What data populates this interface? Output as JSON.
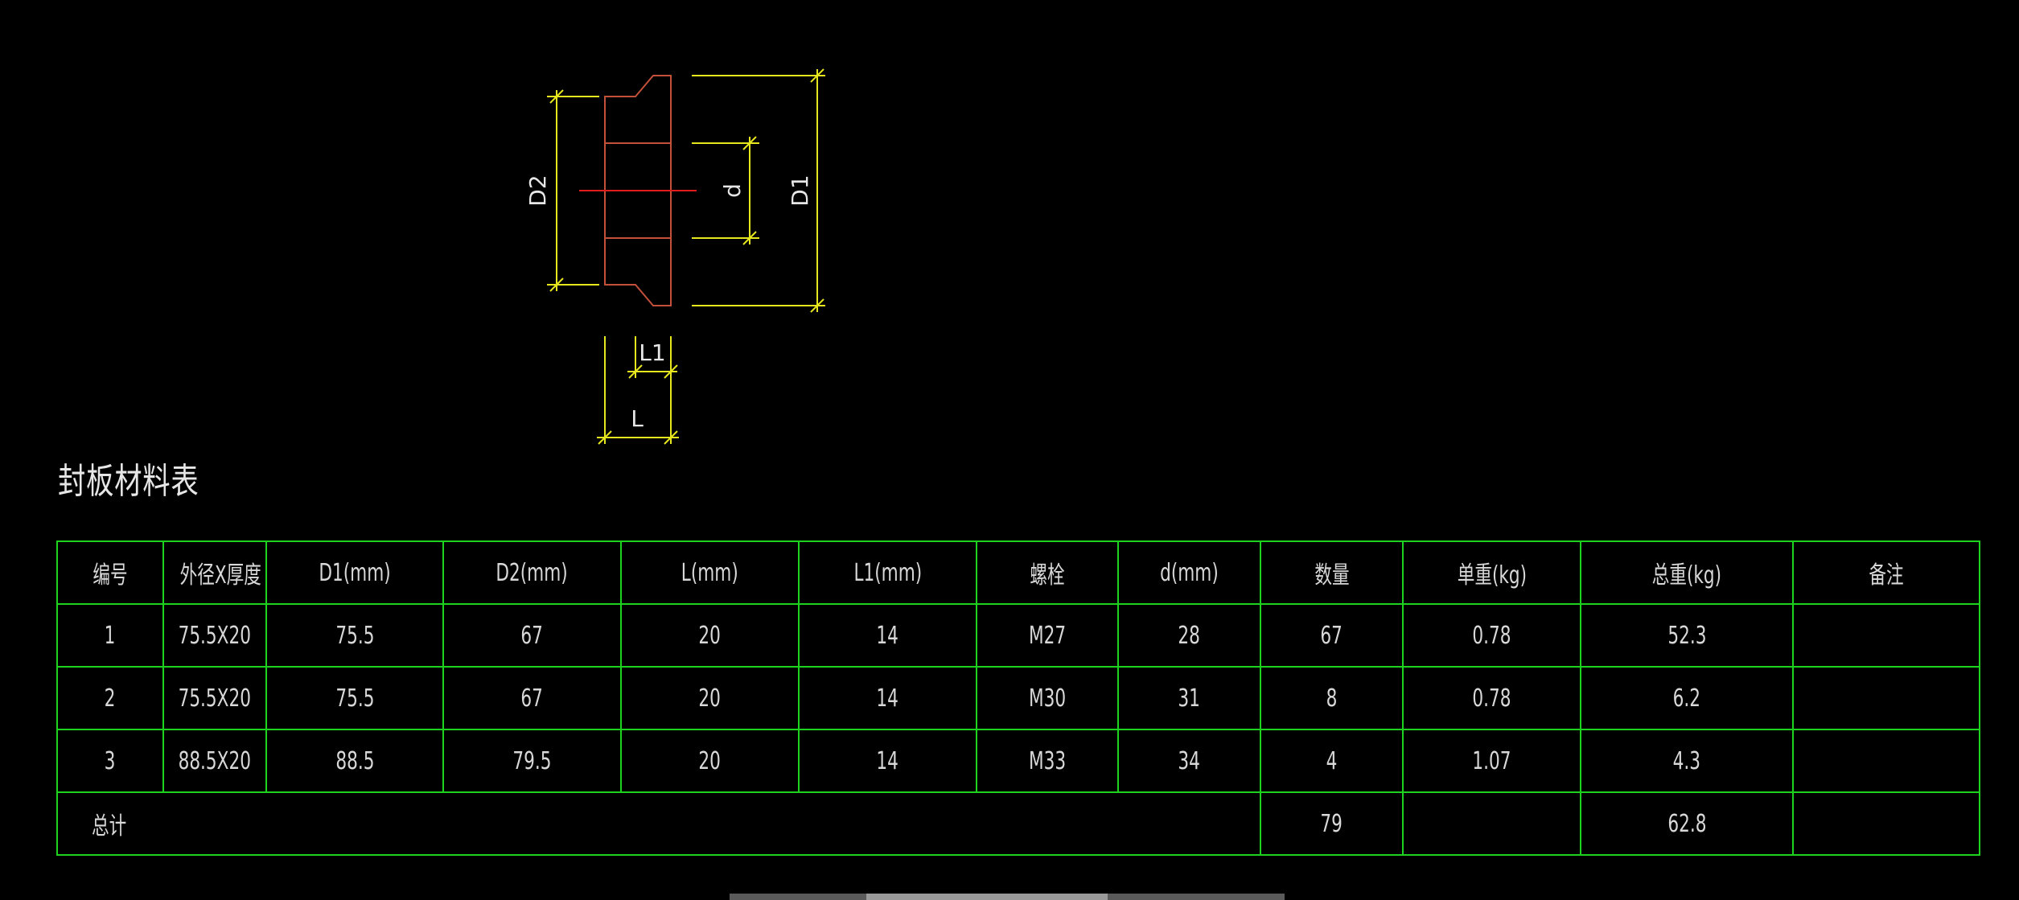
{
  "drawing": {
    "dimensions": {
      "D2": "D2",
      "d": "d",
      "D1": "D1",
      "L1": "L1",
      "L": "L"
    },
    "colors": {
      "background": "#000000",
      "part_outline": "#c2503a",
      "center_line": "#e01c1c",
      "dimension": "#e6e61e",
      "table_border": "#1fd21f",
      "text": "#d8d8d8"
    }
  },
  "table": {
    "title": "封板材料表",
    "headers": [
      "编号",
      "外径X厚度",
      "D1(mm)",
      "D2(mm)",
      "L(mm)",
      "L1(mm)",
      "螺栓",
      "d(mm)",
      "数量",
      "单重(kg)",
      "总重(kg)",
      "备注"
    ],
    "rows": [
      [
        "1",
        "75.5X20",
        "75.5",
        "67",
        "20",
        "14",
        "M27",
        "28",
        "67",
        "0.78",
        "52.3",
        ""
      ],
      [
        "2",
        "75.5X20",
        "75.5",
        "67",
        "20",
        "14",
        "M30",
        "31",
        "8",
        "0.78",
        "6.2",
        ""
      ],
      [
        "3",
        "88.5X20",
        "88.5",
        "79.5",
        "20",
        "14",
        "M33",
        "34",
        "4",
        "1.07",
        "4.3",
        ""
      ]
    ],
    "total": {
      "label": "总计",
      "quantity": "79",
      "unit_weight": "",
      "total_weight": "62.8",
      "remark": ""
    }
  }
}
